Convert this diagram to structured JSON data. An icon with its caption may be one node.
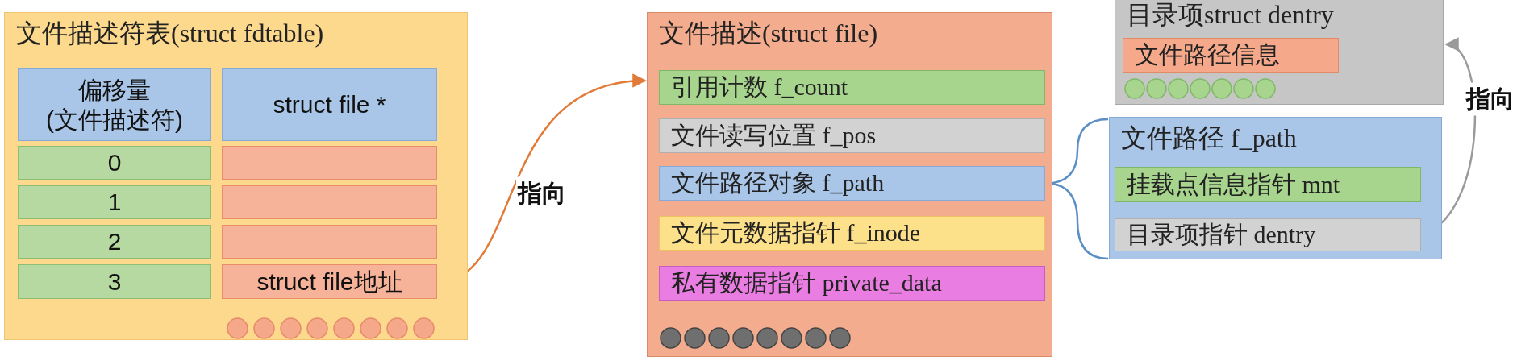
{
  "diagram": {
    "nodes": [
      {
        "text": [
          "文件描述符表(struct fdtable)"
        ]
      },
      {
        "text": [
          "偏移量 (文件描述符)"
        ],
        "in": 0
      },
      {
        "text": [
          "struct file *"
        ],
        "in": 0
      },
      {
        "text": [
          "0"
        ],
        "in": 0
      },
      {
        "text": [],
        "shape": "box",
        "in": 0
      },
      {
        "text": [
          "1"
        ],
        "in": 0
      },
      {
        "text": [],
        "shape": "box",
        "in": 0
      },
      {
        "text": [
          "2"
        ],
        "in": 0
      },
      {
        "text": [],
        "shape": "box",
        "in": 0
      },
      {
        "text": [
          "3"
        ],
        "in": 0
      },
      {
        "text": [
          "struct file地址"
        ],
        "in": 0
      },
      {
        "text": [
          "文件描述(struct file)"
        ]
      },
      {
        "text": [
          "引用计数 f_count"
        ],
        "in": 11
      },
      {
        "text": [
          "文件读写位置 f_pos"
        ],
        "in": 11
      },
      {
        "text": [
          "文件路径对象 f_path"
        ],
        "in": 11
      },
      {
        "text": [
          "文件元数据指针 f_inode"
        ],
        "in": 11
      },
      {
        "text": [
          "私有数据指针 private_data"
        ],
        "in": 11
      },
      {
        "text": [
          "目录项struct dentry"
        ]
      },
      {
        "text": [
          "文件路径信息"
        ],
        "in": 17
      },
      {
        "text": [
          "文件路径 f_path"
        ]
      },
      {
        "text": [
          "挂载点信息指针 mnt"
        ],
        "in": 19
      },
      {
        "text": [
          "目录项指针 dentry"
        ],
        "in": 19
      }
    ],
    "edges": [
      {
        "from": 10,
        "to": 11,
        "arrow": "to",
        "label": "指向",
        "color": "#e07b39"
      },
      {
        "from": 21,
        "to": 17,
        "arrow": "to",
        "label": "指向",
        "color": "#9a9a9a"
      },
      {
        "from": 14,
        "to": 19,
        "arrow": "none",
        "color": "#5b8fc4"
      }
    ]
  }
}
